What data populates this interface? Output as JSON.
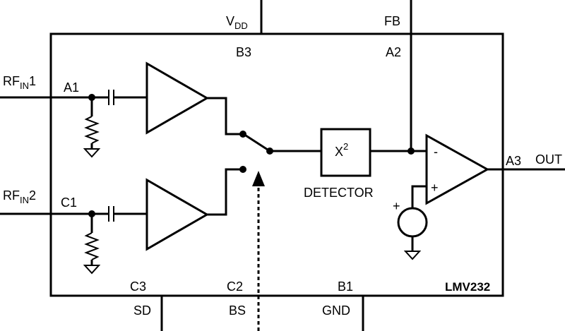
{
  "chip": {
    "name": "LMV232"
  },
  "pins": {
    "vdd": {
      "name": "V",
      "sub": "DD",
      "ball": "B3"
    },
    "fb": {
      "name": "FB",
      "ball": "A2"
    },
    "rfin1": {
      "name": "RF",
      "sub": "IN",
      "suffix": "1",
      "ball": "A1"
    },
    "rfin2": {
      "name": "RF",
      "sub": "IN",
      "suffix": "2",
      "ball": "C1"
    },
    "out": {
      "name": "OUT",
      "ball": "A3"
    },
    "sd": {
      "name": "SD",
      "ball": "C3"
    },
    "bs": {
      "name": "BS",
      "ball": "C2"
    },
    "gnd": {
      "name": "GND",
      "ball": "B1"
    }
  },
  "detector": {
    "label": "DETECTOR",
    "symbol": "X",
    "power": "2"
  },
  "opamp": {
    "minus": "-",
    "plus": "+"
  },
  "vsource": {
    "plus": "+"
  },
  "icons": [
    "capacitor-icon",
    "resistor-icon",
    "ground-icon",
    "amplifier-icon",
    "switch-icon",
    "opamp-icon",
    "voltage-source-icon",
    "arrow-icon"
  ]
}
